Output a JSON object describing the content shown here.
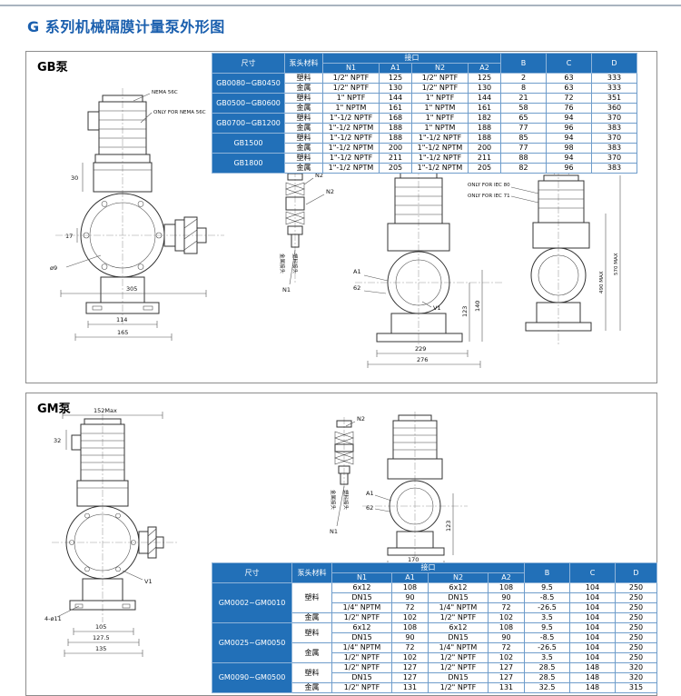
{
  "page": {
    "title": "G 系列机械隔膜计量泵外形图"
  },
  "gb": {
    "label": "GB泵",
    "table": {
      "header": [
        [
          {
            "t": "尺寸",
            "rs": 2
          },
          {
            "t": "泵头材料",
            "rs": 2
          },
          {
            "t": "接口",
            "cs": 4
          },
          {
            "t": "B",
            "rs": 2
          },
          {
            "t": "C",
            "rs": 2
          },
          {
            "t": "D",
            "rs": 2
          }
        ],
        [
          {
            "t": "N1"
          },
          {
            "t": "A1"
          },
          {
            "t": "N2"
          },
          {
            "t": "A2"
          }
        ]
      ],
      "rows": [
        [
          {
            "t": "GB0080~GB0450",
            "rs": 2,
            "cls": "size"
          },
          "塑料",
          "1/2\" NPTF",
          "125",
          "1/2\" NPTF",
          "125",
          "2",
          "63",
          "333"
        ],
        [
          "金属",
          "1/2\" NPTF",
          "130",
          "1/2\" NPTF",
          "130",
          "8",
          "63",
          "333"
        ],
        [
          {
            "t": "GB0500~GB0600",
            "rs": 2,
            "cls": "size"
          },
          "塑料",
          "1\" NPTF",
          "144",
          "1\" NPTF",
          "144",
          "21",
          "72",
          "351"
        ],
        [
          "金属",
          "1\" NPTM",
          "161",
          "1\" NPTM",
          "161",
          "58",
          "76",
          "360"
        ],
        [
          {
            "t": "GB0700~GB1200",
            "rs": 2,
            "cls": "size"
          },
          "塑料",
          "1\"-1/2 NPTF",
          "168",
          "1\" NPTF",
          "182",
          "65",
          "94",
          "370"
        ],
        [
          "金属",
          "1\"-1/2 NPTM",
          "188",
          "1\" NPTM",
          "188",
          "77",
          "96",
          "383"
        ],
        [
          {
            "t": "GB1500",
            "rs": 2,
            "cls": "size"
          },
          "塑料",
          "1\"-1/2 NPTF",
          "188",
          "1\"-1/2 NPTF",
          "188",
          "85",
          "94",
          "370"
        ],
        [
          "金属",
          "1\"-1/2 NPTM",
          "200",
          "1\"-1/2 NPTM",
          "200",
          "77",
          "98",
          "383"
        ],
        [
          {
            "t": "GB1800",
            "rs": 2,
            "cls": "size"
          },
          "塑料",
          "1\"-1/2 NPTF",
          "211",
          "1\"-1/2 NPTF",
          "211",
          "88",
          "94",
          "370"
        ],
        [
          "金属",
          "1\"-1/2 NPTM",
          "205",
          "1\"-1/2 NPTM",
          "205",
          "82",
          "96",
          "383"
        ]
      ]
    },
    "ann": {
      "nema56c": "NEMA 56C",
      "only_nema56c": "ONLY FOR NEMA 56C",
      "dim_30": "30",
      "dim_17": "17",
      "dim_phi9": "ø9",
      "dim_305": "305",
      "dim_114": "114",
      "dim_165": "165",
      "n2_a": "N2",
      "n2_b": "N2",
      "n1": "N1",
      "v1": "V1",
      "metal_conn": "金属接头",
      "plastic_conn": "塑料接头",
      "a1": "A1",
      "dim_62": "62",
      "dim_123": "123",
      "dim_140": "140",
      "dim_229": "229",
      "dim_276": "276",
      "iec80": "IEC 80",
      "iec71_paren": "(IEC 7)",
      "only_iec80": "ONLY FOR IEC 80",
      "only_iec71": "ONLY FOR IEC 71",
      "dim_570max": "570 MAX",
      "dim_490max": "490 MAX"
    }
  },
  "gm": {
    "label": "GM泵",
    "table": {
      "header": [
        [
          {
            "t": "尺寸",
            "rs": 2
          },
          {
            "t": "泵头材料",
            "rs": 2
          },
          {
            "t": "接口",
            "cs": 4
          },
          {
            "t": "B",
            "rs": 2
          },
          {
            "t": "C",
            "rs": 2
          },
          {
            "t": "D",
            "rs": 2
          }
        ],
        [
          {
            "t": "N1"
          },
          {
            "t": "A1"
          },
          {
            "t": "N2"
          },
          {
            "t": "A2"
          }
        ]
      ],
      "rows": [
        [
          {
            "t": "GM0002~GM0010",
            "rs": 4,
            "cls": "size"
          },
          {
            "t": "塑料",
            "rs": 3
          },
          "6x12",
          "108",
          "6x12",
          "108",
          "9.5",
          "104",
          "250"
        ],
        [
          "DN15",
          "90",
          "DN15",
          "90",
          "-8.5",
          "104",
          "250"
        ],
        [
          "1/4\" NPTM",
          "72",
          "1/4\" NPTM",
          "72",
          "-26.5",
          "104",
          "250"
        ],
        [
          "金属",
          "1/2\" NPTF",
          "102",
          "1/2\" NPTF",
          "102",
          "3.5",
          "104",
          "250"
        ],
        [
          {
            "t": "GM0025~GM0050",
            "rs": 4,
            "cls": "size"
          },
          {
            "t": "塑料",
            "rs": 2
          },
          "6x12",
          "108",
          "6x12",
          "108",
          "9.5",
          "104",
          "250"
        ],
        [
          "DN15",
          "90",
          "DN15",
          "90",
          "-8.5",
          "104",
          "250"
        ],
        [
          {
            "t": "金属",
            "rs": 2
          },
          "1/4\" NPTM",
          "72",
          "1/4\" NPTM",
          "72",
          "-26.5",
          "104",
          "250"
        ],
        [
          "1/2\" NPTF",
          "102",
          "1/2\" NPTF",
          "102",
          "3.5",
          "104",
          "250"
        ],
        [
          {
            "t": "GM0090~GM0500",
            "rs": 3,
            "cls": "size"
          },
          {
            "t": "塑料",
            "rs": 2
          },
          "1/2\" NPTF",
          "127",
          "1/2\" NPTF",
          "127",
          "28.5",
          "148",
          "320"
        ],
        [
          "DN15",
          "127",
          "DN15",
          "127",
          "28.5",
          "148",
          "320"
        ],
        [
          "金属",
          "1/2\" NPTF",
          "131",
          "1/2\" NPTF",
          "131",
          "32.5",
          "148",
          "315"
        ]
      ]
    },
    "ann": {
      "dim_152max": "152Max",
      "dim_32": "32",
      "v1": "V1",
      "bolt_holes": "4-ø11",
      "dim_105": "105",
      "dim_127_5": "127.5",
      "dim_135": "135",
      "metal_conn": "金属接头",
      "plastic_conn": "塑料接头",
      "n1": "N1",
      "n2": "N2",
      "a1": "A1",
      "dim_62": "62",
      "dim_123": "123",
      "dim_170": "170"
    }
  }
}
